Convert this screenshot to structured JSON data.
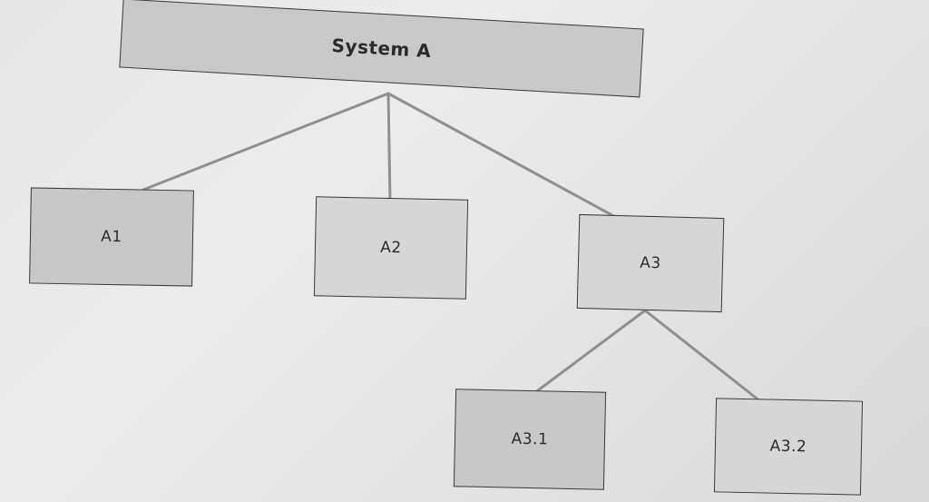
{
  "diagram": {
    "root": {
      "label": "System A"
    },
    "children": [
      {
        "label": "A1"
      },
      {
        "label": "A2"
      },
      {
        "label": "A3",
        "children": [
          {
            "label": "A3.1"
          },
          {
            "label": "A3.2"
          }
        ]
      }
    ]
  }
}
